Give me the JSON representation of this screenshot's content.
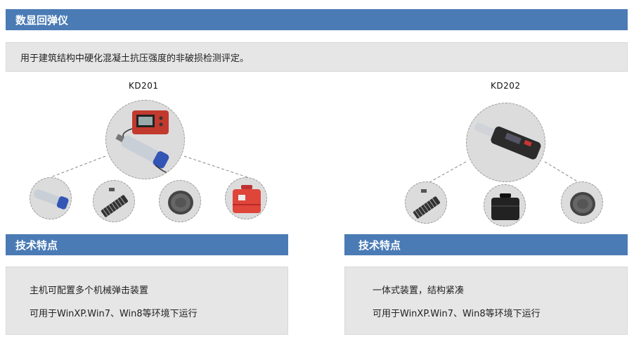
{
  "header": {
    "title": "数显回弹仪"
  },
  "intro": {
    "text": "用于建筑结构中硬化混凝土抗压强度的非破损检测评定。"
  },
  "products": [
    {
      "model": "KD201",
      "features_title": "技术特点",
      "features": [
        "主机可配置多个机械弹击装置",
        "可用于WinXP.Win7、Win8等环境下运行"
      ]
    },
    {
      "model": "KD202",
      "features_title": "技术特点",
      "features": [
        "一体式装置，结构紧凑",
        "可用于WinXP.Win7、Win8等环境下运行"
      ]
    }
  ],
  "colors": {
    "accent": "#4a7bb5",
    "panel": "#e6e6e6",
    "case_red": "#e0453a"
  }
}
